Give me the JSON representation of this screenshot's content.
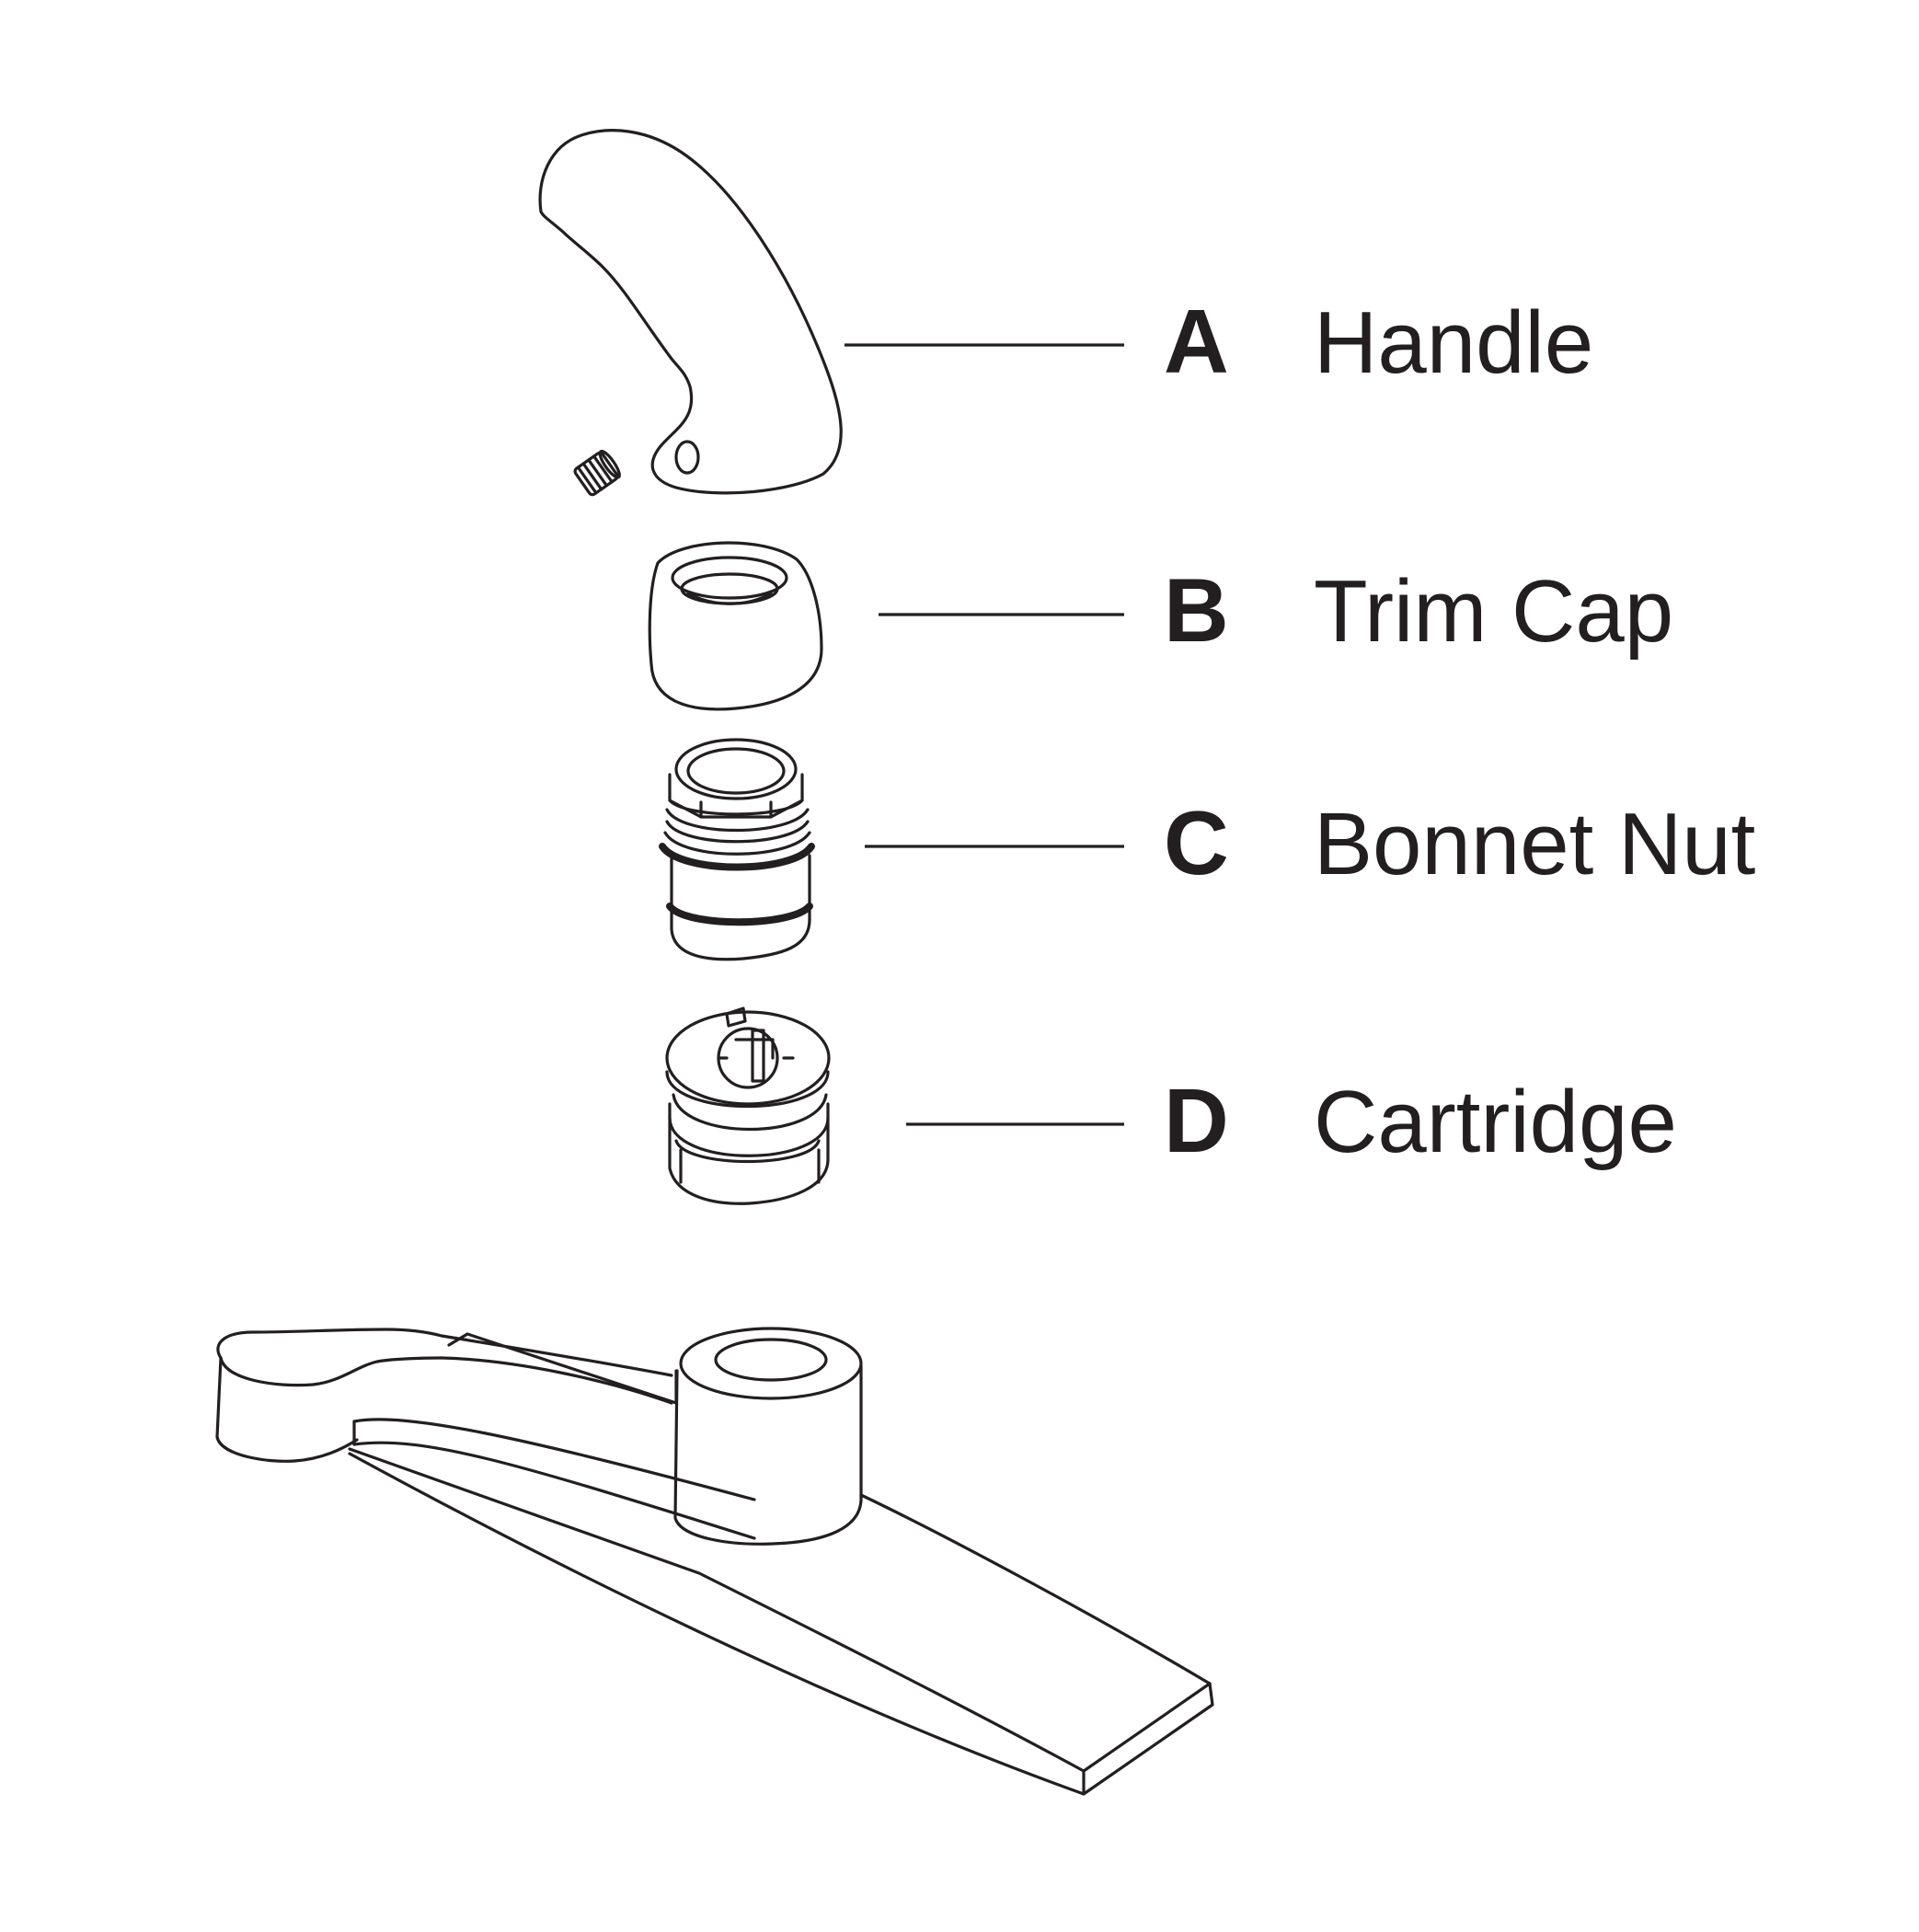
{
  "parts": [
    {
      "letter": "A",
      "name": "Handle"
    },
    {
      "letter": "B",
      "name": "Trim Cap"
    },
    {
      "letter": "C",
      "name": "Bonnet Nut"
    },
    {
      "letter": "D",
      "name": "Cartridge"
    }
  ],
  "colors": {
    "ink": "#231f20",
    "background": "#ffffff"
  }
}
